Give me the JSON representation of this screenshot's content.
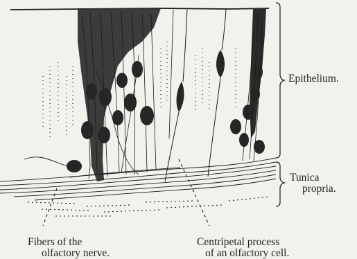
{
  "labels": {
    "epithelium": "Epithelium.",
    "tunica_line1": "Tunica",
    "tunica_line2": "propria.",
    "fibers_line1": "Fibers of the",
    "fibers_line2": "olfactory nerve.",
    "centripetal_line1": "Centripetal process",
    "centripetal_line2": "of an olfactory cell."
  },
  "colors": {
    "ink": "#1a1a1a",
    "cell_fill": "#2b2b2b",
    "paper": "#f3f1ec"
  }
}
